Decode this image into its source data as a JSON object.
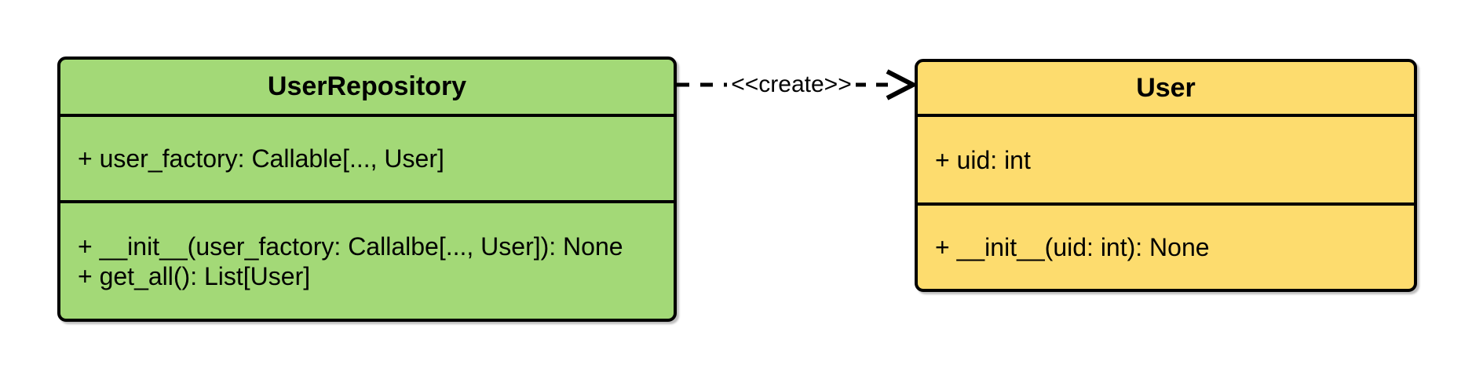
{
  "diagram": {
    "kind": "uml-class-diagram",
    "background_color": "#FFFFFF",
    "stroke_color": "#000000",
    "classes": [
      {
        "id": "user-repository",
        "name": "UserRepository",
        "fill_color": "#A3D977",
        "attributes": [
          "+ user_factory: Callable[..., User]"
        ],
        "methods": [
          "+ __init__(user_factory: Callalbe[..., User]): None",
          "+ get_all(): List[User]"
        ]
      },
      {
        "id": "user",
        "name": "User",
        "fill_color": "#FDDC6E",
        "attributes": [
          "+ uid: int"
        ],
        "methods": [
          "+ __init__(uid: int): None"
        ]
      }
    ],
    "relationships": [
      {
        "from": "UserRepository",
        "to": "User",
        "label": "<<create>>",
        "line_style": "dashed",
        "arrowhead": "open",
        "direction": "left-to-right"
      }
    ]
  }
}
